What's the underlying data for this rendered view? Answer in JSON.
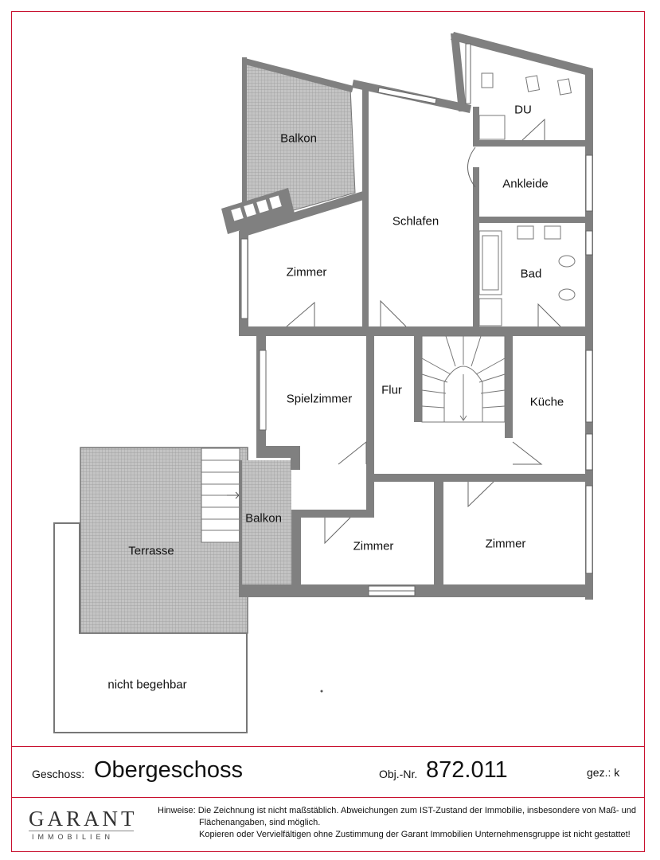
{
  "rooms": {
    "du": "DU",
    "balkon_top": "Balkon",
    "ankleide": "Ankleide",
    "schlafen": "Schlafen",
    "zimmer_1": "Zimmer",
    "bad": "Bad",
    "spielzimmer": "Spielzimmer",
    "flur": "Flur",
    "kueche": "Küche",
    "balkon_bottom": "Balkon",
    "terrasse": "Terrasse",
    "zimmer_2": "Zimmer",
    "zimmer_3": "Zimmer",
    "nicht_begehbar": "nicht begehbar"
  },
  "footer": {
    "geschoss_label": "Geschoss:",
    "geschoss_value": "Obergeschoss",
    "objnr_label": "Obj.-Nr.",
    "objnr_value": "872.011",
    "gez_label": "gez.: k",
    "logo_main": "GARANT",
    "logo_sub": "IMMOBILIEN",
    "note_1": "Hinweise: Die Zeichnung ist nicht maßstäblich. Abweichungen zum IST-Zustand der Immobilie, insbesondere von Maß- und",
    "note_2": "Flächenangaben, sind möglich.",
    "note_3": "Kopieren oder Vervielfältigen ohne Zustimmung der Garant Immobilien Unternehmensgruppe ist nicht gestattet!"
  },
  "colors": {
    "wall": "#808080",
    "frame": "#c8102e",
    "hatch": "#bdbdbd"
  }
}
